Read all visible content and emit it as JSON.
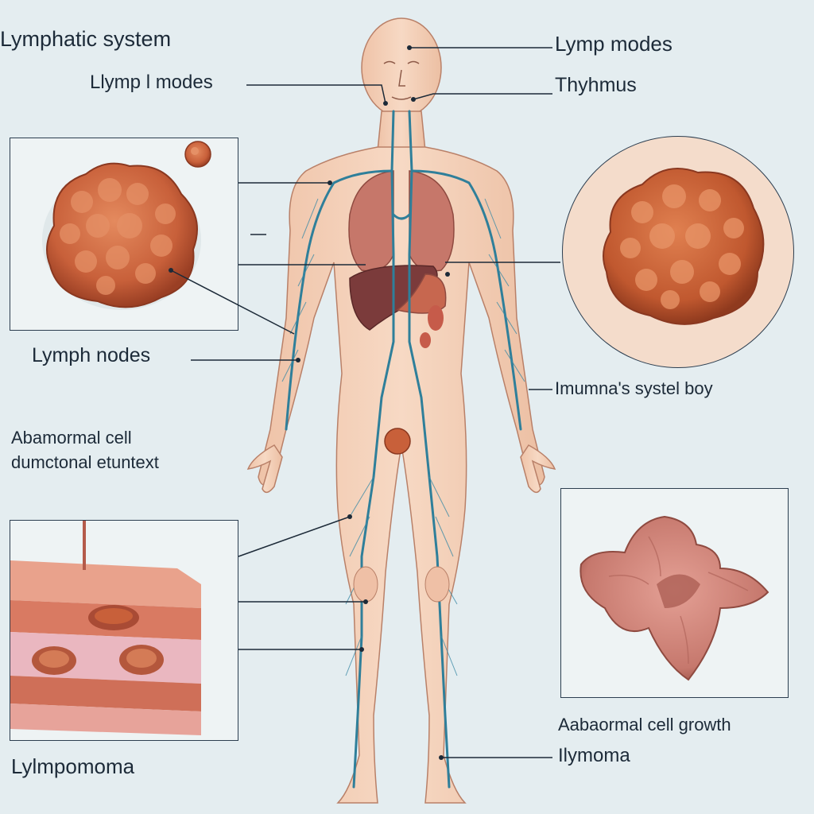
{
  "labels": {
    "lymphatic_system": "Lymphatic system",
    "lymph_nodes_top_left": "Llymp l modes",
    "lymp_modes_top_right": "Lymp modes",
    "thyhmus": "Thyhmus",
    "lymph_nodes_mid_left": "Lymph nodes",
    "abnormal_cell_line1": "Abamormal cell",
    "abnormal_cell_line2": "dumctonal etuntext",
    "immune_system_body": "Imumna's systel boy",
    "abnormal_cell_growth": "Aabaormal cell growth",
    "llymoma": "Ilymoma",
    "lymphoma_bottom_left": "Lylmpomoma"
  },
  "colors": {
    "background": "#e4edf0",
    "skin": "#f3cdb4",
    "vessel": "#2f7f9a",
    "node": "#c8603a",
    "organ": "#b45a4a",
    "text": "#1c2a38"
  }
}
